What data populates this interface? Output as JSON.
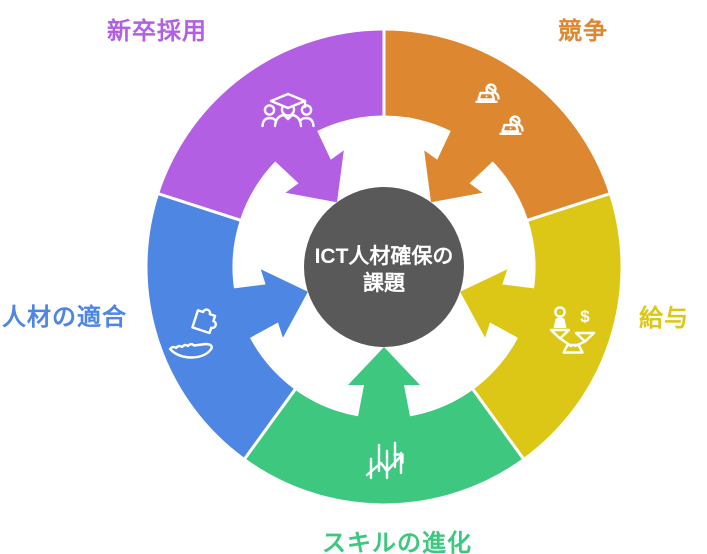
{
  "diagram": {
    "type": "circular-cycle-converging-arrows",
    "background_color": "#ffffff",
    "separator_color": "#ffffff",
    "center": {
      "title_line1": "ICT人材確保の",
      "title_line2": "課題",
      "bg_color": "#595959",
      "text_color": "#ffffff"
    },
    "segments": [
      {
        "id": "shinsotsu-saiyo",
        "label": "新卒採用",
        "color": "#b25fe3",
        "icon": "graduation-group-icon",
        "start_angle": 90,
        "end_angle": 162,
        "label_position": "top-left"
      },
      {
        "id": "kyoso",
        "label": "競争",
        "color": "#de8731",
        "icon": "workers-laptops-icon",
        "start_angle": 18,
        "end_angle": 90,
        "label_position": "top-right"
      },
      {
        "id": "kyuyo",
        "label": "給与",
        "color": "#dcc717",
        "icon": "salary-balance-icon",
        "start_angle": -54,
        "end_angle": 18,
        "label_position": "right"
      },
      {
        "id": "skill-shinka",
        "label": "スキルの進化",
        "color": "#3ec77f",
        "icon": "skills-growth-icon",
        "start_angle": 234,
        "end_angle": 306,
        "label_position": "bottom"
      },
      {
        "id": "jinzai-tekigo",
        "label": "人材の適合",
        "color": "#4d86e3",
        "icon": "hand-puzzle-icon",
        "start_angle": 162,
        "end_angle": 234,
        "label_position": "left"
      }
    ]
  }
}
